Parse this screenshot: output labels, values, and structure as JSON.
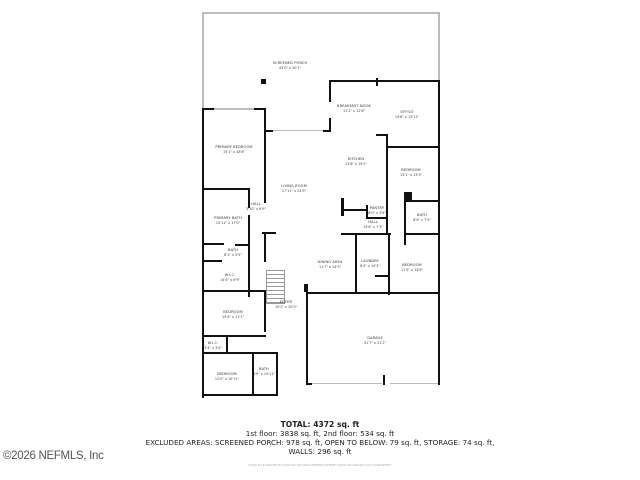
{
  "rooms": {
    "screened_porch": {
      "name": "SCREENED PORCH",
      "dims": "43'0\" x 20'7\""
    },
    "breakfast_nook": {
      "name": "BREAKFAST NOOK",
      "dims": "11'2\" x 12'8\""
    },
    "office": {
      "name": "OFFICE",
      "dims": "14'8\" x 13'11\""
    },
    "primary_bedroom": {
      "name": "PRIMARY BEDROOM",
      "dims": "15'1\" x 18'8\""
    },
    "kitchen": {
      "name": "KITCHEN",
      "dims": "13'6\" x 19'2\""
    },
    "living_room": {
      "name": "LIVING ROOM",
      "dims": "17'11\" x 24'9\""
    },
    "bedroom_ne": {
      "name": "BEDROOM",
      "dims": "13'1\" x 13'3\""
    },
    "hall_small": {
      "name": "HALL",
      "dims": "3'10\" x 6'9\""
    },
    "primary_bath": {
      "name": "PRIMARY BATH",
      "dims": "10'11\" x 17'0\""
    },
    "pantry": {
      "name": "PANTRY",
      "dims": "6'0\" x 3'9\""
    },
    "hall": {
      "name": "HALL",
      "dims": "14'8\" x 7'3\""
    },
    "bath_e": {
      "name": "BATH",
      "dims": "8'0\" x 7'3\""
    },
    "bath_w": {
      "name": "BATH",
      "dims": "6'1\" x 5'9\""
    },
    "wic_w": {
      "name": "W.I.C.",
      "dims": "14'4\" x 6'9\""
    },
    "dining_area": {
      "name": "DINING AREA",
      "dims": "11'7\" x 14'3\""
    },
    "laundry": {
      "name": "LAUNDRY",
      "dims": "8'4\" x 14'3\""
    },
    "bedroom_e": {
      "name": "BEDROOM",
      "dims": "11'5\" x 14'8\""
    },
    "foyer": {
      "name": "FOYER",
      "dims": "14'2\" x 20'9\""
    },
    "bedroom_w": {
      "name": "BEDROOM",
      "dims": "14'4\" x 11'1\""
    },
    "garage": {
      "name": "GARAGE",
      "dims": "31'7\" x 21'2\""
    },
    "wic_sw": {
      "name": "W.I.C.",
      "dims": "3'4\" x 3'4\""
    },
    "bedroom_sw": {
      "name": "BEDROOM",
      "dims": "12'0\" x 10'11\""
    },
    "bath_sw": {
      "name": "BATH",
      "dims": "5'9\" x 10'11\""
    }
  },
  "summary": {
    "total": "TOTAL: 4372 sq. ft",
    "floors": "1st floor: 3838 sq. ft, 2nd floor: 534 sq. ft",
    "excluded": "EXCLUDED AREAS: SCREENED PORCH: 978 sq. ft, OPEN TO BELOW: 79 sq. ft, STORAGE: 74 sq. ft,",
    "walls": "WALLS: 296 sq. ft",
    "fine_print": "FLOOR PLAN CREATED BY CUBICASA APP. MEASUREMENTS DEEMED HIGHLY RELIABLE BUT NOT GUARANTEED."
  },
  "watermark": "©2026 NEFMLS, Inc"
}
